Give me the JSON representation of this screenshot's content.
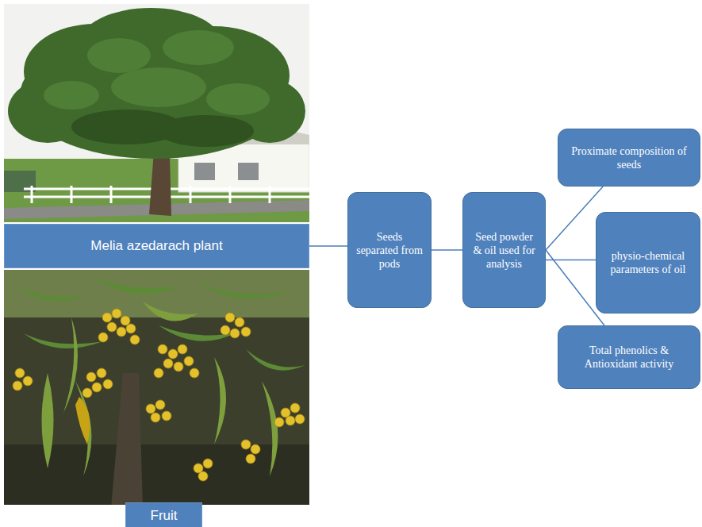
{
  "diagram": {
    "nodes": [
      {
        "text": [
          "Melia azedarach plant"
        ]
      },
      {
        "text": [
          "Seeds separated from pods"
        ]
      },
      {
        "text": [
          "Seed powder & oil used for analysis"
        ]
      },
      {
        "text": [
          "Proximate composition of seeds"
        ]
      },
      {
        "text": [
          "physio-chemical parameters of oil"
        ]
      },
      {
        "text": [
          "Total phenolics & Antioxidant activity"
        ]
      },
      {
        "text": [
          "Fruit"
        ]
      }
    ],
    "edges": [
      {
        "from": 0,
        "to": 1,
        "arrow": "none"
      },
      {
        "from": 1,
        "to": 2,
        "arrow": "none"
      },
      {
        "from": 2,
        "to": 3,
        "arrow": "none"
      },
      {
        "from": 2,
        "to": 4,
        "arrow": "none"
      },
      {
        "from": 2,
        "to": 5,
        "arrow": "none"
      }
    ]
  }
}
